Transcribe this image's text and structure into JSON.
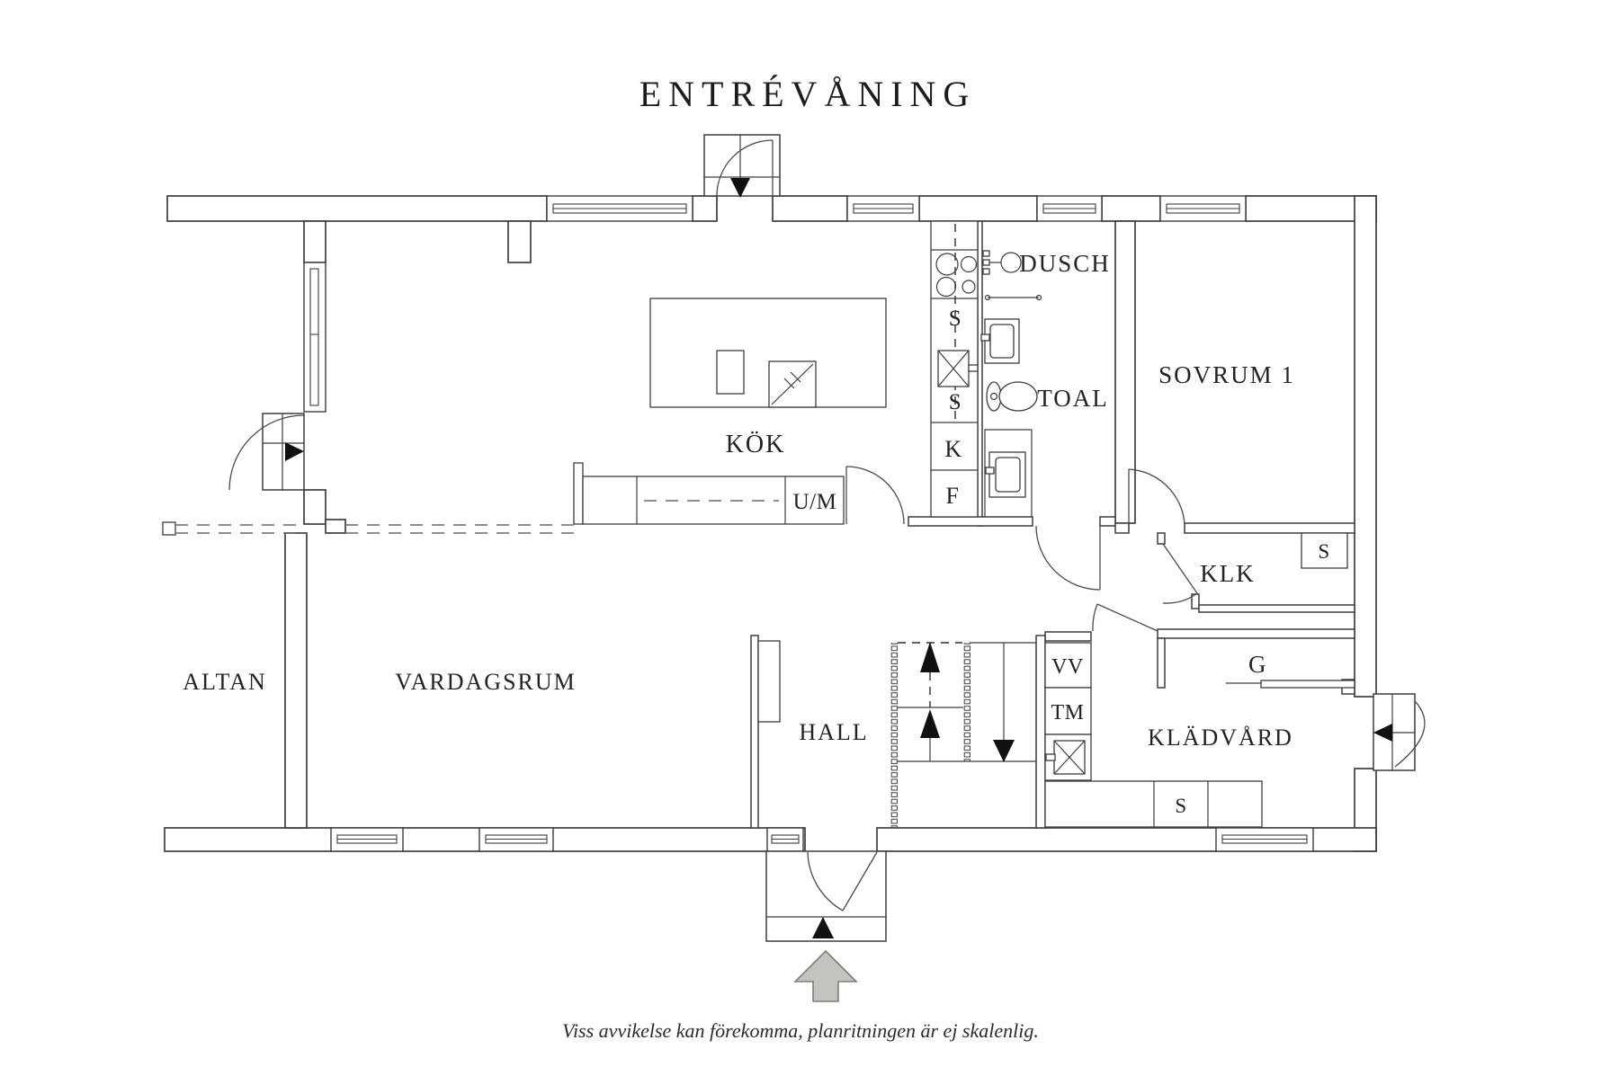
{
  "title": "ENTRÉVÅNING",
  "rooms": {
    "altan": "ALTAN",
    "vardagsrum": "VARDAGSRUM",
    "kok": "KÖK",
    "hall": "HALL",
    "dusch": "DUSCH",
    "toal": "TOAL",
    "sovrum1": "SOVRUM 1",
    "klk": "KLK",
    "kladvard": "KLÄDVÅRD"
  },
  "appliances": {
    "um": "U/M",
    "s": "S",
    "k": "K",
    "f": "F",
    "vv": "VV",
    "tm": "TM",
    "g": "G"
  },
  "disclaimer": "Viss avvikelse kan förekomma, planritningen är ej skalenlig."
}
